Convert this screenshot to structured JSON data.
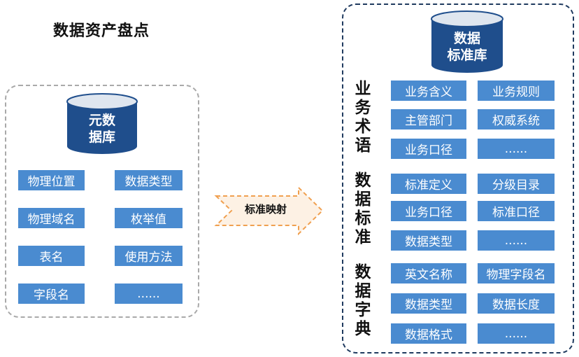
{
  "title": "数据资产盘点",
  "left_db": {
    "line1": "元数",
    "line2": "据库"
  },
  "right_db": {
    "line1": "数据",
    "line2": "标准库"
  },
  "arrow_label": "标准映射",
  "left_items": [
    "物理位置",
    "数据类型",
    "物理域名",
    "枚举值",
    "表名",
    "使用方法",
    "字段名",
    "......"
  ],
  "sections": [
    {
      "label": [
        "业",
        "务",
        "术",
        "语"
      ],
      "items": [
        "业务含义",
        "业务规则",
        "主管部门",
        "权威系统",
        "业务口径",
        "......"
      ]
    },
    {
      "label": [
        "数",
        "据",
        "标",
        "准"
      ],
      "items": [
        "标准定义",
        "分级目录",
        "业务口径",
        "标准口径",
        "数据类型",
        "......"
      ]
    },
    {
      "label": [
        "数",
        "据",
        "字",
        "典"
      ],
      "items": [
        "英文名称",
        "物理字段名",
        "数据类型",
        "数据长度",
        "数据格式",
        "......"
      ]
    }
  ],
  "colors": {
    "box": "#4a8bd0",
    "cylinder": "#1f4e8c",
    "arrow": "#f0a050"
  }
}
